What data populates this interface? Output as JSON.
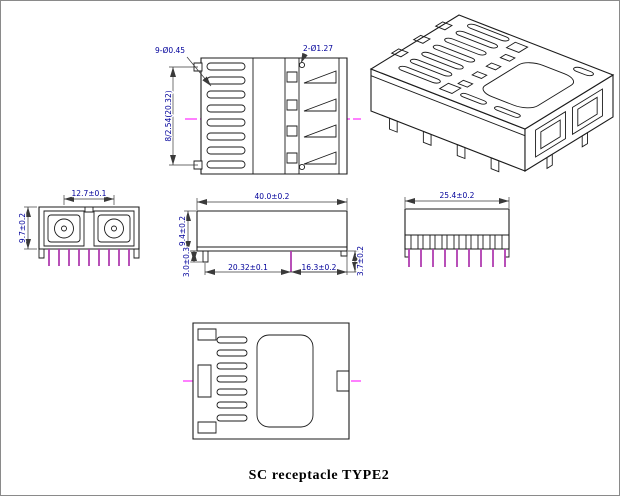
{
  "title": "SC receptacle TYPE2",
  "colors": {
    "line": "#1b1b1b",
    "dim_text": "#00009a",
    "dim_line": "#3a3a3a",
    "centerline": "#ff00ff",
    "pin": "#b03cb0"
  },
  "top_view": {
    "holes_label": "9-Ø0.45",
    "posts_label": "2-Ø1.27",
    "pitch_label": "8/2.54(20.32)"
  },
  "front_view": {
    "pitch": "12.7±0.1",
    "height": "9.7±0.2"
  },
  "side_view": {
    "length": "40.0±0.2",
    "height": "9.4±0.2",
    "pin_span": "20.32±0.1",
    "pin_to_edge": "16.3±0.2",
    "standoff": "3.0±0.3",
    "pin_length": "3.7±0.2"
  },
  "rear_view": {
    "width": "25.4±0.2"
  }
}
